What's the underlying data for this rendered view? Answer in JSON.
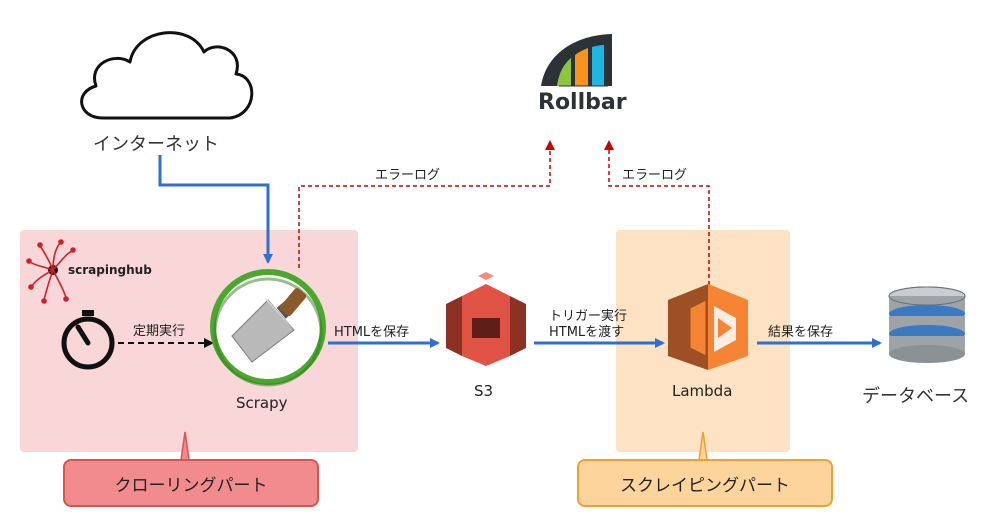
{
  "internet": {
    "label": "インターネット"
  },
  "rollbar": {
    "label": "Rollbar"
  },
  "scrapinghub": {
    "label": "scrapinghub"
  },
  "scrapy": {
    "label": "Scrapy"
  },
  "s3": {
    "label": "S3"
  },
  "lambda": {
    "label": "Lambda"
  },
  "database": {
    "label": "データベース"
  },
  "edges": {
    "cron": "定期実行",
    "save_html": "HTMLを保存",
    "trigger_line1": "トリガー実行",
    "trigger_line2": "HTMLを渡す",
    "save_result": "結果を保存",
    "error_log_scrapy": "エラーログ",
    "error_log_lambda": "エラーログ"
  },
  "parts": {
    "crawling": "クローリングパート",
    "scraping": "スクレイピングパート"
  },
  "colors": {
    "crawl_zone": "#f9d6d8",
    "scrape_zone": "#fde2c4",
    "flow_arrow": "#2f6fd0",
    "error_arrow": "#cc0000",
    "aws_s3": "#e05243",
    "aws_lambda": "#f58534"
  }
}
